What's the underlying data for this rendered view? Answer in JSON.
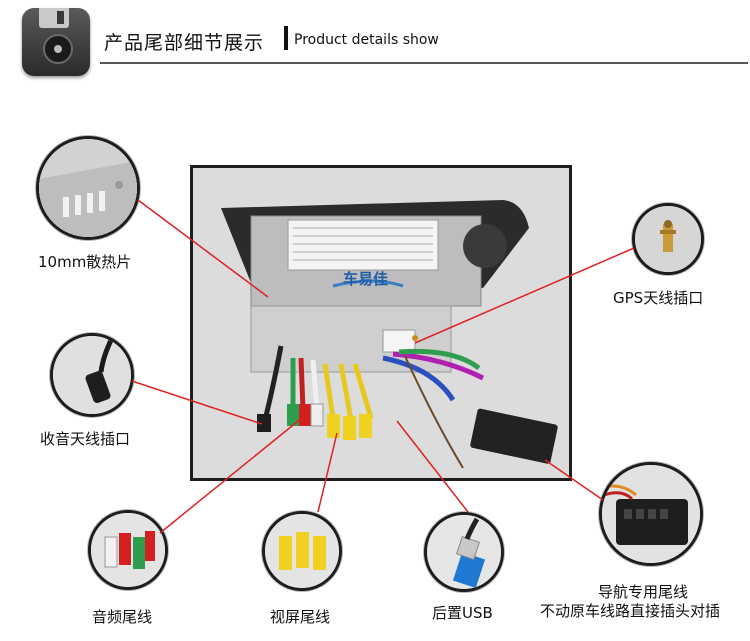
{
  "header": {
    "title_cn": "产品尾部细节展示",
    "title_en": "Product details show",
    "icon": "floppy-disk-icon"
  },
  "callouts": {
    "heatsink": "10mm散热片",
    "gps": "GPS天线插口",
    "radio": "收音天线插口",
    "audio": "音频尾线",
    "video": "视屏尾线",
    "usb": "后置USB",
    "nav_line1": "导航专用尾线",
    "nav_line2": "不动原车线路直接插头对插"
  },
  "photo": {
    "logo_text": "车易佳"
  },
  "colors": {
    "callout_line": "#e02020",
    "frame": "#1e1e1e"
  }
}
